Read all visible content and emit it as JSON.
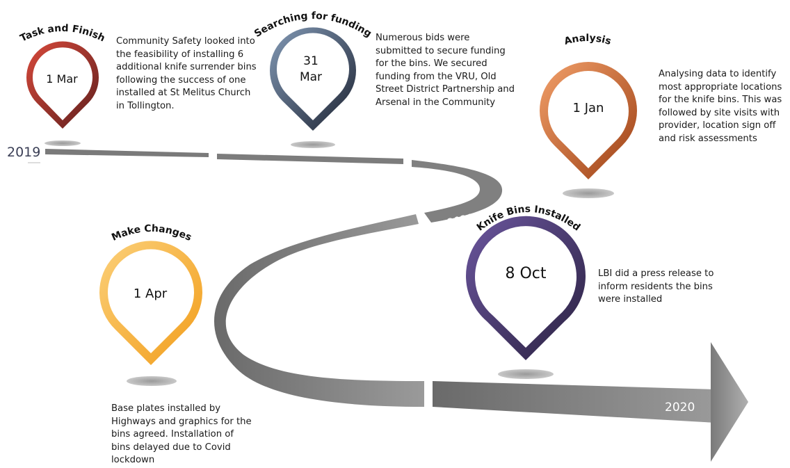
{
  "years": {
    "start": "2019",
    "mid": "2020",
    "end": "2020"
  },
  "milestones": [
    {
      "title": "Task and Finish",
      "date": "1 Mar",
      "description": "Community Safety looked into the feasibility of installing 6 additional knife surrender bins following the success of one installed at St Melitus Church in Tollington.",
      "color_light": "#d8493b",
      "color_dark": "#5e1f1d"
    },
    {
      "title": "Searching for funding",
      "date_line1": "31",
      "date_line2": "Mar",
      "description": "Numerous bids were submitted to secure funding for the bins. We secured funding from the VRU, Old Street District Partnership and Arsenal in the Community",
      "color_light": "#8299b5",
      "color_dark": "#1e2433"
    },
    {
      "title": "Analysis",
      "date": "1 Jan",
      "description": "Analysing data to identify most appropriate locations for the knife bins. This was followed by site visits with provider, location sign off and risk assessments",
      "color_light": "#f2a06a",
      "color_dark": "#9c3f14"
    },
    {
      "title": "Make Changes",
      "date": "1 Apr",
      "description": "Base plates installed by Highways and graphics for the bins agreed. Installation of bins delayed due to Covid lockdown",
      "color_light": "#fbd07a",
      "color_dark": "#f29d1a"
    },
    {
      "title": "Knife Bins Installed",
      "date": "8 Oct",
      "description": "LBI did a press release to inform residents the bins were installed",
      "color_light": "#6b569e",
      "color_dark": "#2a2140"
    }
  ]
}
